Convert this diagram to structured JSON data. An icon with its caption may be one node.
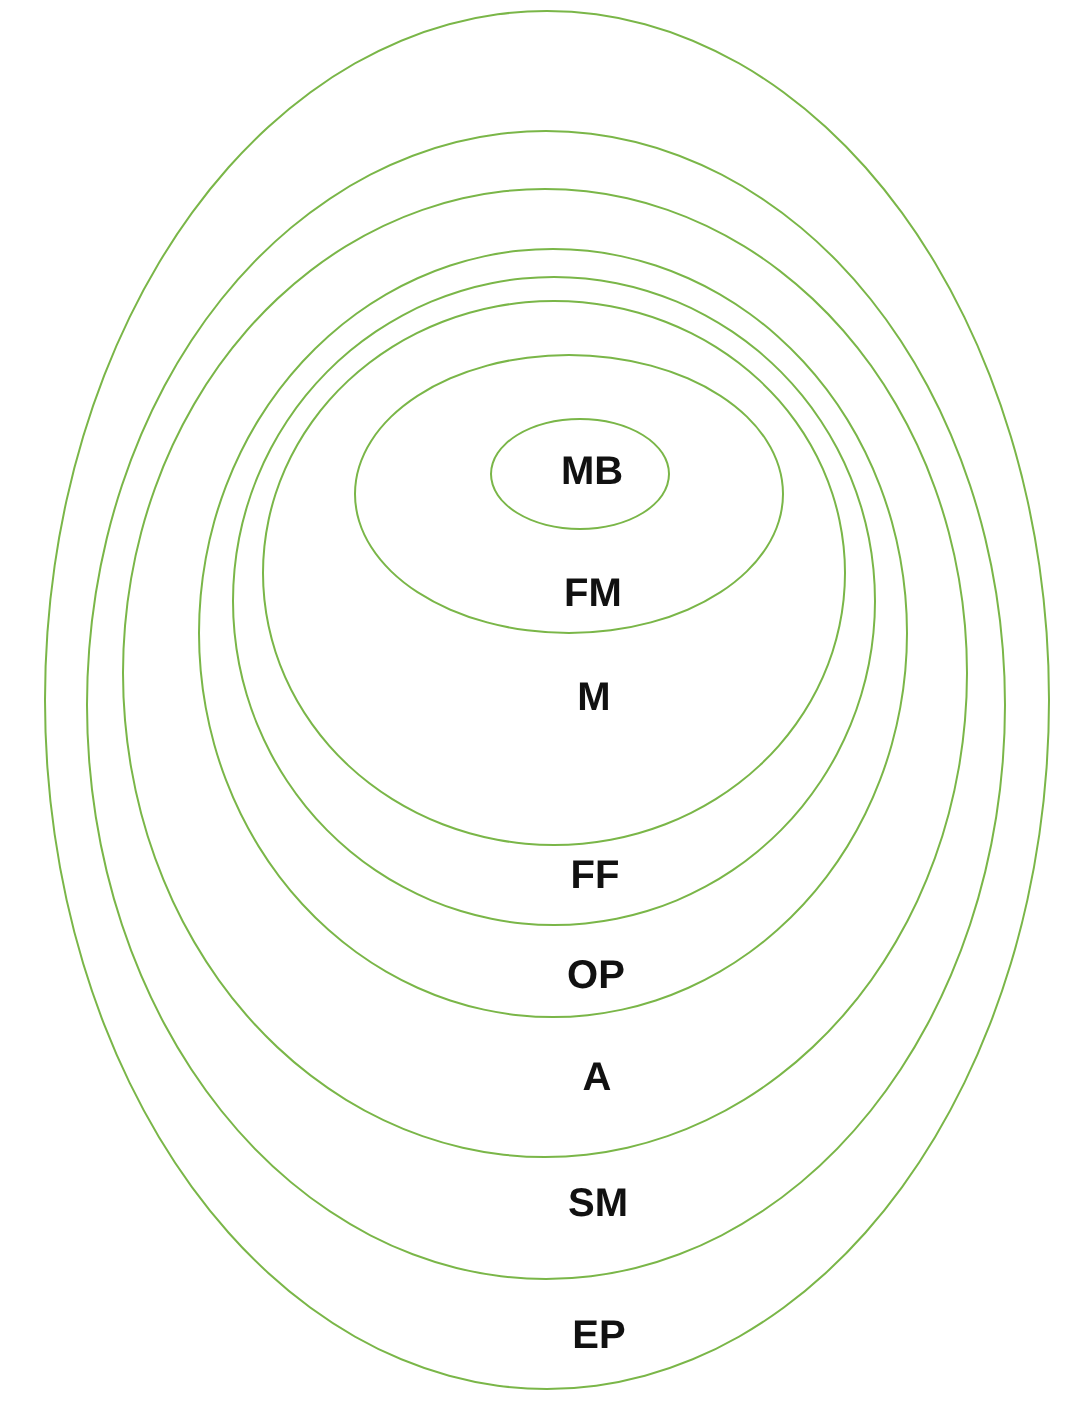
{
  "diagram": {
    "nodes": [
      {
        "text": [
          "EP"
        ]
      },
      {
        "text": [
          "SM"
        ],
        "in": 0
      },
      {
        "text": [
          "A"
        ],
        "in": 1
      },
      {
        "text": [
          "OP"
        ],
        "in": 2
      },
      {
        "text": [
          "FF"
        ],
        "in": 3
      },
      {
        "text": [
          "M"
        ],
        "in": 4
      },
      {
        "text": [
          "FM"
        ],
        "in": 5
      },
      {
        "text": [
          "MB"
        ],
        "in": 6
      }
    ]
  }
}
